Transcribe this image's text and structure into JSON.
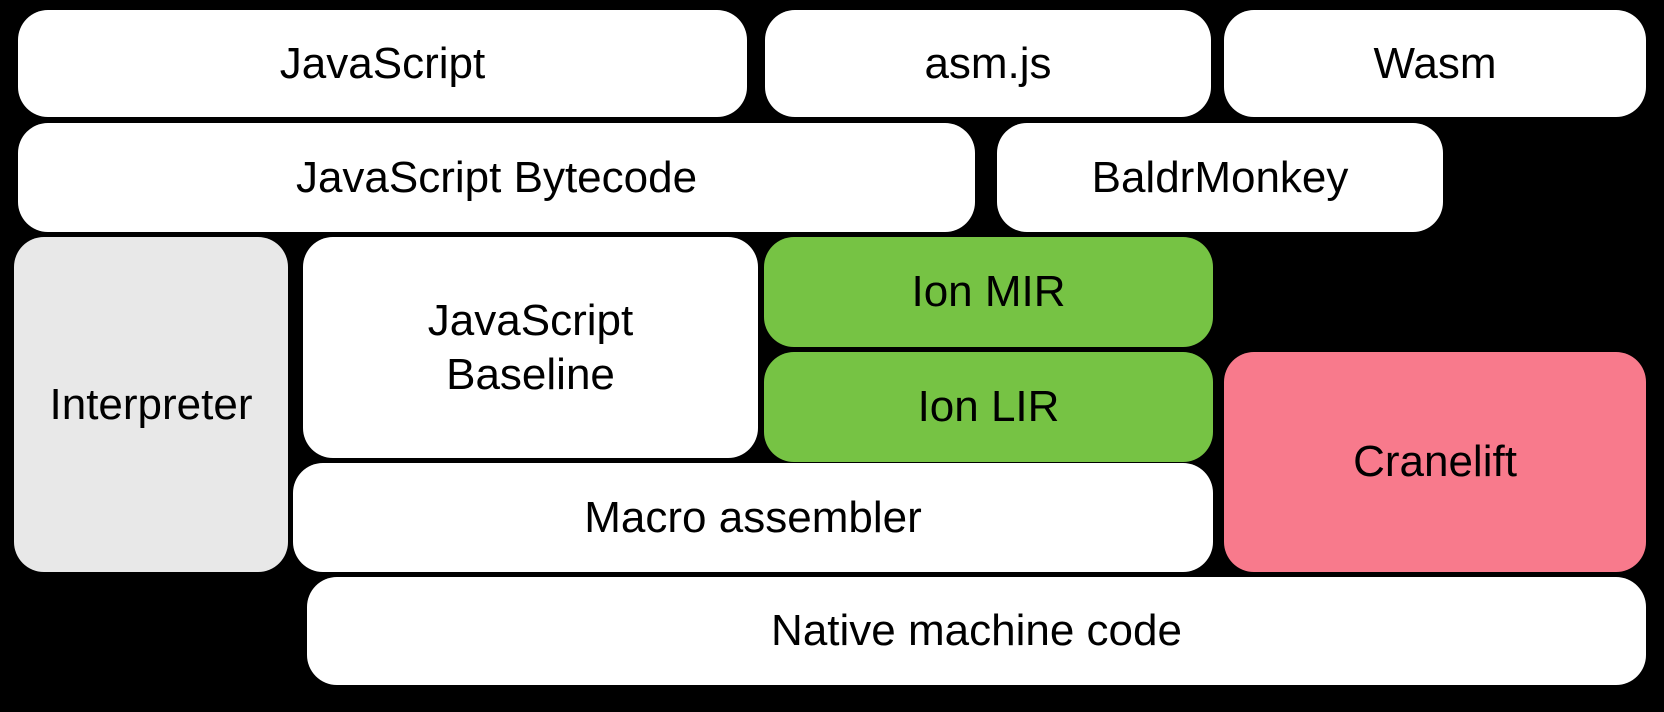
{
  "diagram": {
    "background": "#000000",
    "text_color": "#000000",
    "colors": {
      "white_box": "#ffffff",
      "gray_box": "#e8e8e8",
      "green_box": "#76c344",
      "pink_box": "#f87a8c"
    },
    "boxes": [
      {
        "id": "javascript",
        "label": "JavaScript",
        "fill": "#ffffff"
      },
      {
        "id": "asmjs",
        "label": "asm.js",
        "fill": "#ffffff"
      },
      {
        "id": "wasm",
        "label": "Wasm",
        "fill": "#ffffff"
      },
      {
        "id": "javascript-bytecode",
        "label": "JavaScript Bytecode",
        "fill": "#ffffff"
      },
      {
        "id": "baldrmonkey",
        "label": "BaldrMonkey",
        "fill": "#ffffff"
      },
      {
        "id": "interpreter",
        "label": "Interpreter",
        "fill": "#e8e8e8"
      },
      {
        "id": "javascript-baseline",
        "label": "JavaScript Baseline",
        "fill": "#ffffff"
      },
      {
        "id": "ion-mir",
        "label": "Ion MIR",
        "fill": "#76c344"
      },
      {
        "id": "ion-lir",
        "label": "Ion LIR",
        "fill": "#76c344"
      },
      {
        "id": "cranelift",
        "label": "Cranelift",
        "fill": "#f87a8c"
      },
      {
        "id": "macro-assembler",
        "label": "Macro assembler",
        "fill": "#ffffff"
      },
      {
        "id": "native-machine-code",
        "label": "Native machine code",
        "fill": "#ffffff"
      }
    ]
  }
}
